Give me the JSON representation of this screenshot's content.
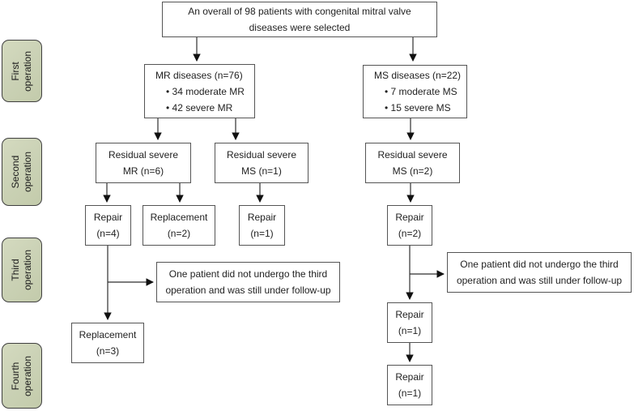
{
  "figure": {
    "title_note": "Flowchart of operations for congenital mitral valve disease patients",
    "stages": [
      {
        "label": "First\noperation"
      },
      {
        "label": "Second\noperation"
      },
      {
        "label": "Third\noperation"
      },
      {
        "label": "Fourth\noperation"
      }
    ],
    "nodes": {
      "overall": "An overall of 98 patients with congenital mitral valve\ndiseases were selected",
      "mr": {
        "title": "MR diseases (n=76)",
        "bullets": [
          "• 34 moderate MR",
          "• 42 severe MR"
        ]
      },
      "ms": {
        "title": "MS diseases (n=22)",
        "bullets": [
          "• 7 moderate MS",
          "• 15 severe MS"
        ]
      },
      "residual_mr6": "Residual severe\nMR (n=6)",
      "residual_ms1": "Residual severe\nMS (n=1)",
      "residual_ms2": "Residual severe\nMS (n=2)",
      "repair_n4": "Repair\n(n=4)",
      "replacement_n2": "Replacement\n(n=2)",
      "repair_n1_mid": "Repair\n(n=1)",
      "repair_n2": "Repair\n(n=2)",
      "note_left": "One patient did not undergo the third\noperation and was still under follow-up",
      "note_right": "One patient did not undergo the third\noperation and was still under follow-up",
      "replacement_n3": "Replacement\n(n=3)",
      "repair_n1_right_third": "Repair\n(n=1)",
      "repair_n1_right_fourth": "Repair\n(n=1)"
    },
    "colors": {
      "stage_fill": "#cbd2b6",
      "stage_border": "#3f3f3f",
      "box_border": "#555555",
      "connector": "#2f2f2f",
      "text": "#222222",
      "background": "#ffffff"
    }
  }
}
